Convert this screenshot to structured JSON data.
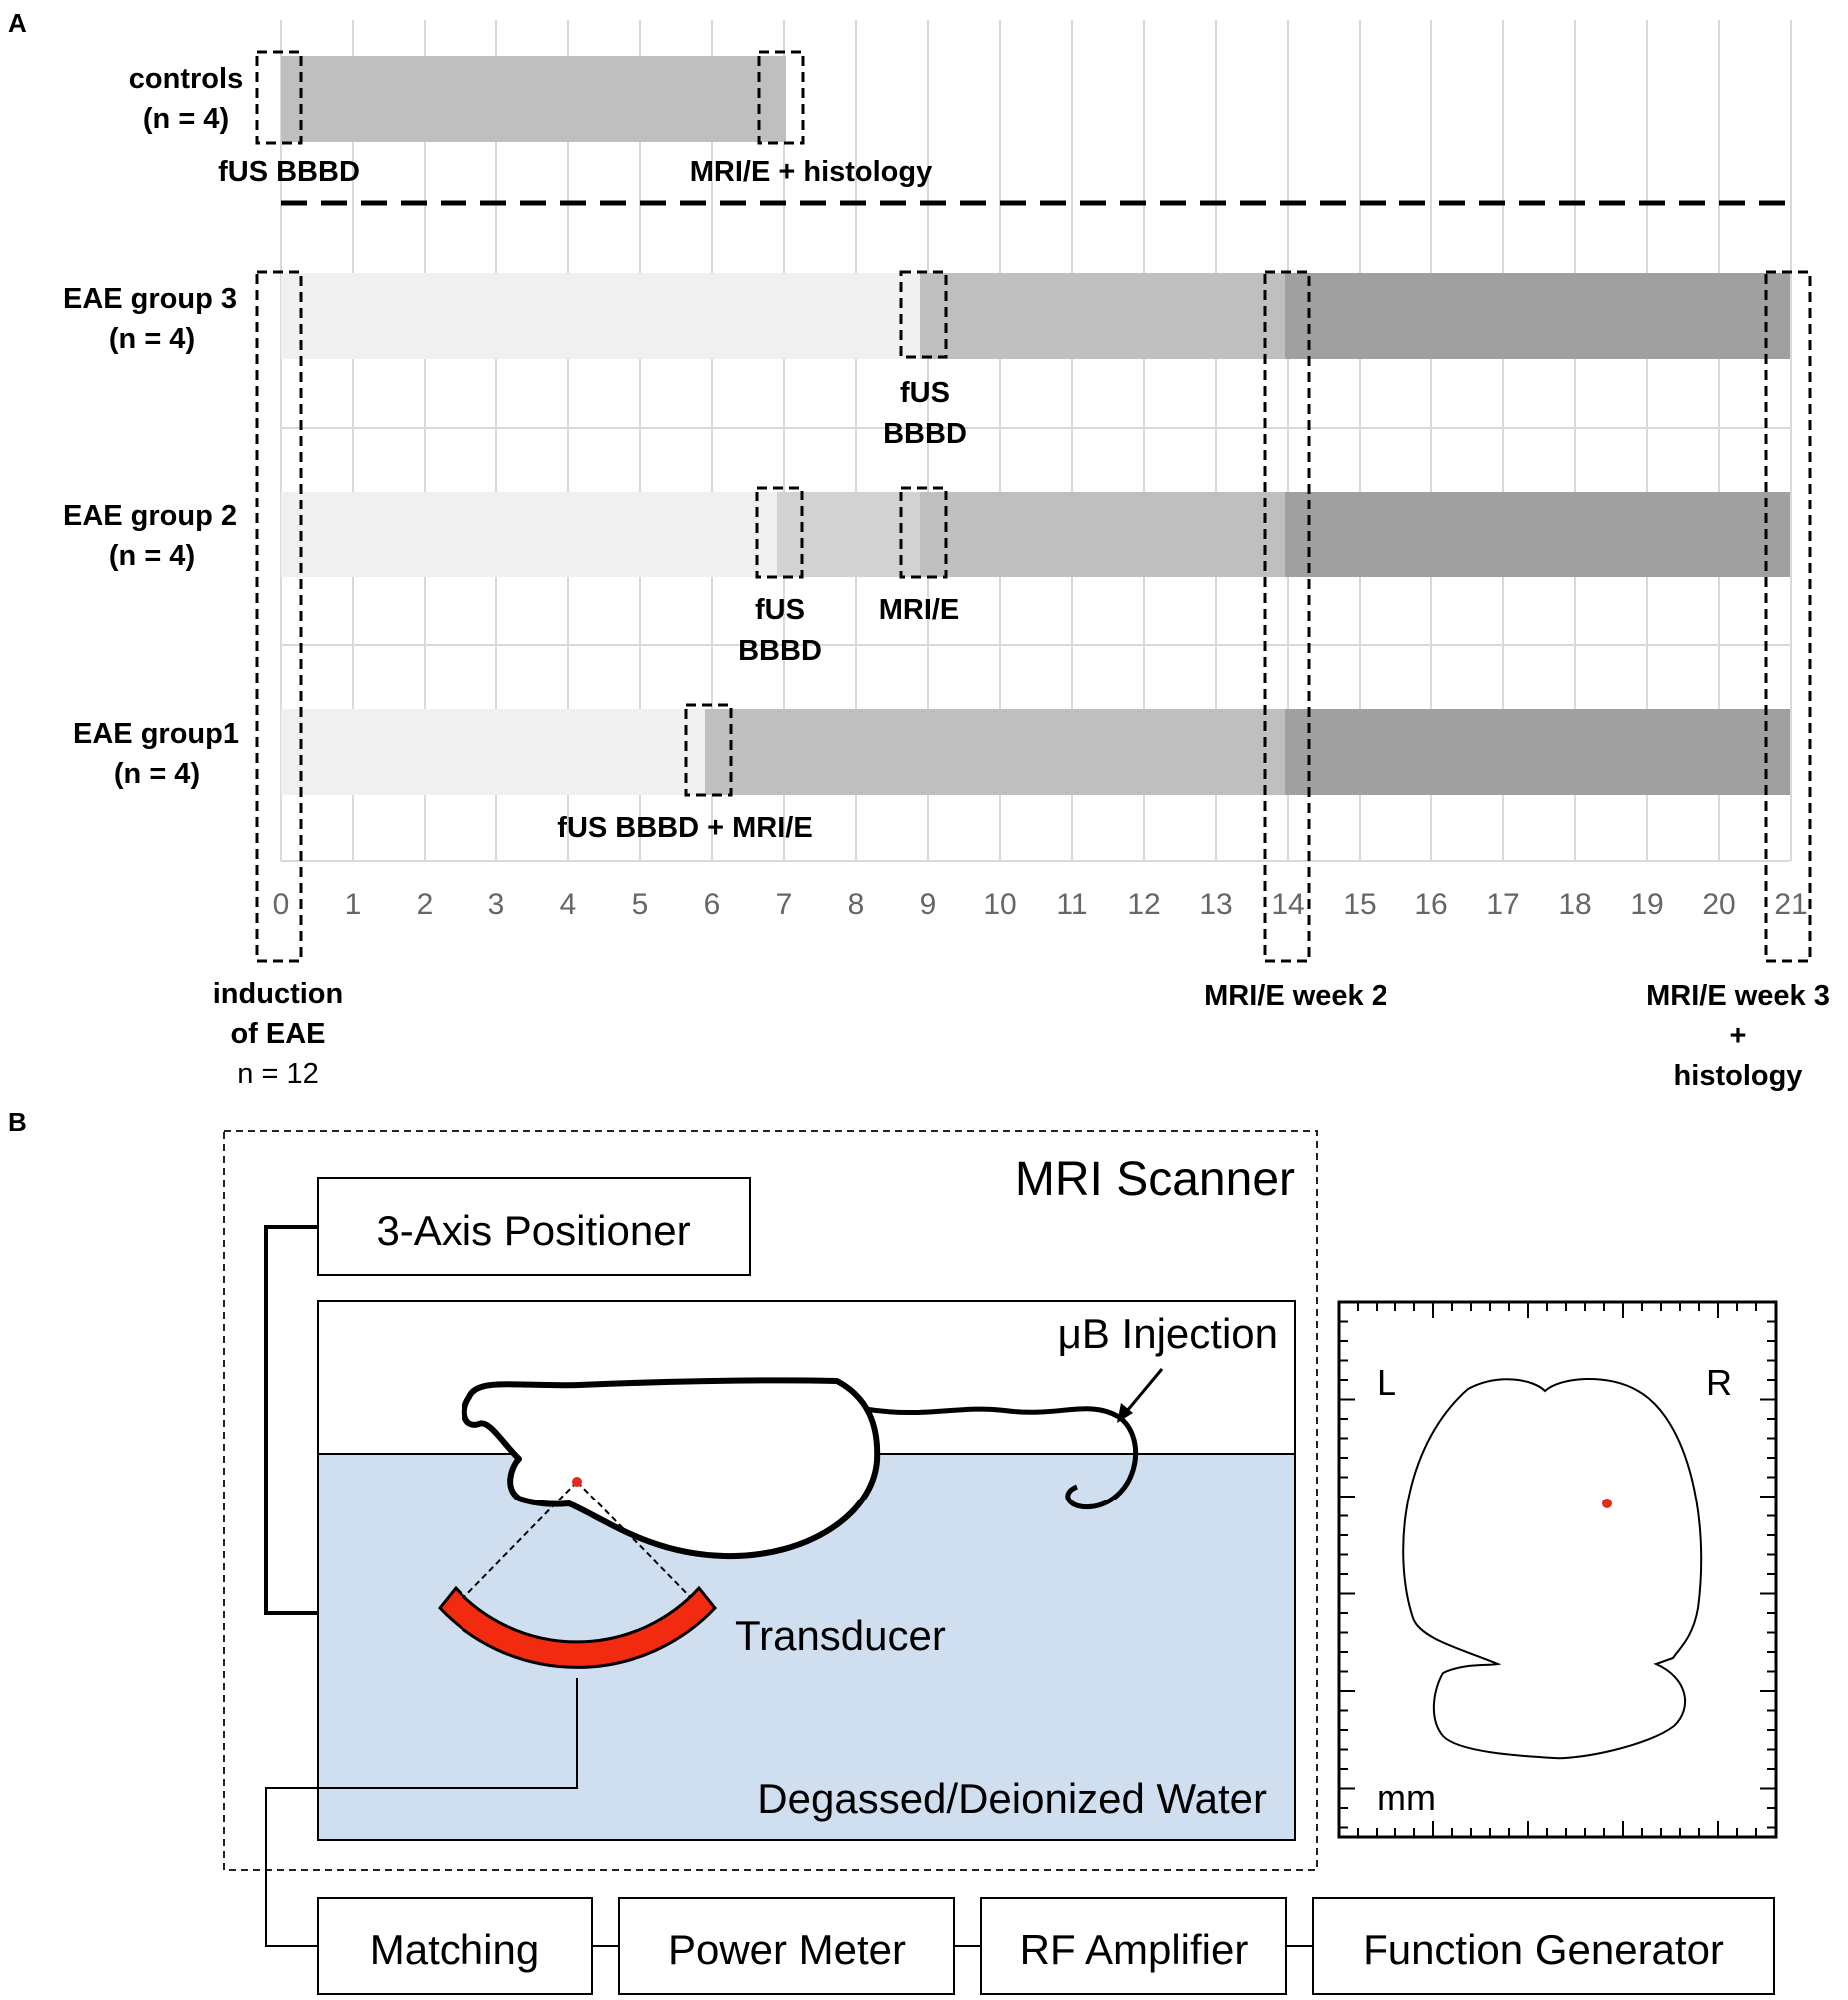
{
  "panel_a": {
    "label": "A",
    "days": [
      "0",
      "1",
      "2",
      "3",
      "4",
      "5",
      "6",
      "7",
      "8",
      "9",
      "10",
      "11",
      "12",
      "13",
      "14",
      "15",
      "16",
      "17",
      "18",
      "19",
      "20",
      "21"
    ],
    "groups": {
      "controls": {
        "name": "controls",
        "n": "(n = 4)"
      },
      "g3": {
        "name": "EAE group 3",
        "n": "(n = 4)"
      },
      "g2": {
        "name": "EAE group 2",
        "n": "(n = 4)"
      },
      "g1": {
        "name": "EAE group1",
        "n": "(n = 4)"
      }
    },
    "labels": {
      "controls_fus": "fUS BBBD",
      "controls_end": "MRI/E + histology",
      "g3_fus_1": "fUS",
      "g3_fus_2": "BBBD",
      "g2_fus_1": "fUS",
      "g2_fus_2": "BBBD",
      "g2_mri": "MRI/E",
      "g1_event": "fUS BBBD + MRI/E",
      "induction_1": "induction",
      "induction_2": "of EAE",
      "induction_n": "n = 12",
      "week2": "MRI/E week 2",
      "week3_1": "MRI/E week 3",
      "week3_2": "+",
      "week3_3": "histology"
    }
  },
  "panel_b": {
    "label": "B",
    "scanner": "MRI Scanner",
    "positioner": "3-Axis Positioner",
    "injection": "μB Injection",
    "transducer": "Transducer",
    "water": "Degassed/Deionized Water",
    "chain": [
      "Matching",
      "Power Meter",
      "RF Amplifier",
      "Function Generator"
    ],
    "brain": {
      "left": "L",
      "right": "R",
      "unit": "mm"
    }
  },
  "colors": {
    "bar_light": "#f0f0f0",
    "bar_mid": "#bfbfbf",
    "bar_dark": "#a0a0a0",
    "water": "#cfdff0",
    "transducer": "#f22a10",
    "focus": "#e62a1a"
  }
}
